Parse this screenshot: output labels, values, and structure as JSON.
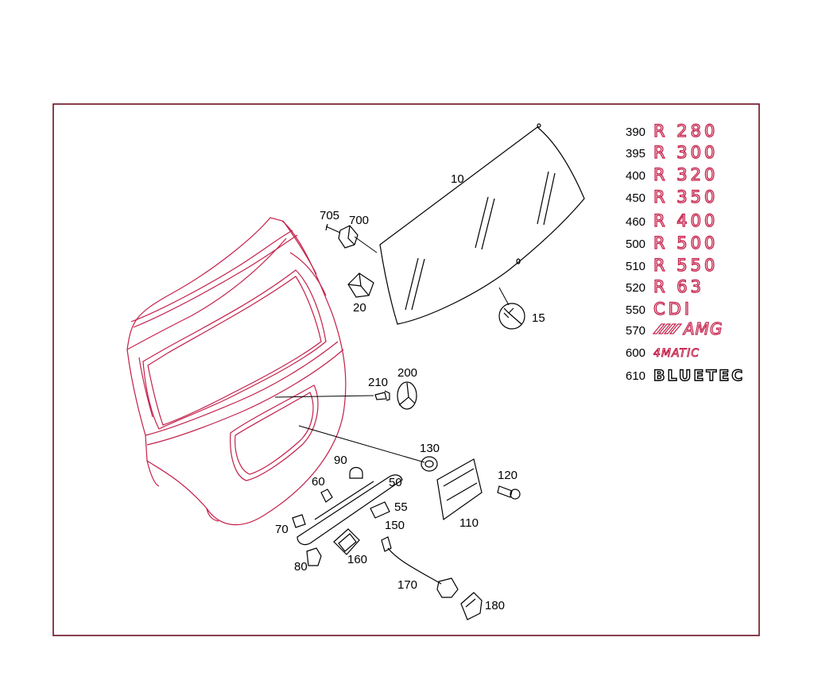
{
  "callouts": {
    "c10": "10",
    "c15": "15",
    "c20": "20",
    "c50": "50",
    "c55": "55",
    "c60": "60",
    "c70": "70",
    "c80": "80",
    "c90": "90",
    "c110": "110",
    "c120": "120",
    "c130": "130",
    "c150": "150",
    "c160": "160",
    "c170": "170",
    "c180": "180",
    "c200": "200",
    "c210": "210",
    "c700": "700",
    "c705": "705"
  },
  "badges": [
    {
      "num": "390",
      "text": "R 280"
    },
    {
      "num": "395",
      "text": "R 300"
    },
    {
      "num": "400",
      "text": "R 320"
    },
    {
      "num": "450",
      "text": "R 350"
    },
    {
      "num": "460",
      "text": "R 400"
    },
    {
      "num": "500",
      "text": "R 500"
    },
    {
      "num": "510",
      "text": "R 550"
    },
    {
      "num": "520",
      "text": "R 63"
    },
    {
      "num": "550",
      "text": "CDI"
    },
    {
      "num": "570",
      "text": "AMG"
    },
    {
      "num": "600",
      "text": "4MATIC"
    },
    {
      "num": "610",
      "text": "BLUETEC"
    }
  ],
  "colors": {
    "accent": "#c4204a",
    "line": "#000000",
    "frame": "#6b0f1f"
  }
}
